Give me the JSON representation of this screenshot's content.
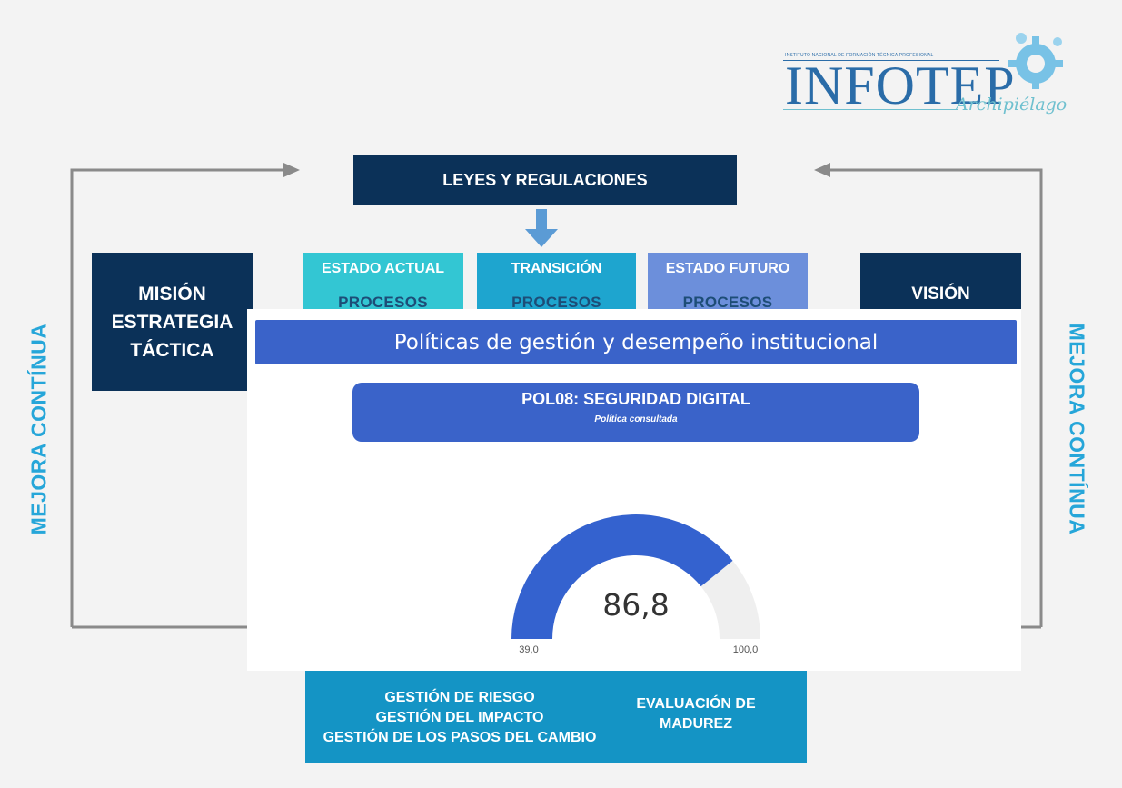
{
  "logo": {
    "subtitle": "INSTITUTO NACIONAL DE FORMACIÓN TÉCNICA PROFESIONAL",
    "name": "INFOTEP",
    "script": "Archipiélago"
  },
  "diagram": {
    "top_box": "LEYES Y REGULACIONES",
    "left_box": [
      "MISIÓN",
      "ESTRATEGIA",
      "TÁCTICA"
    ],
    "right_box": "VISIÓN",
    "columns": [
      {
        "title": "ESTADO ACTUAL",
        "sub": "PROCESOS",
        "color": "#33c6d3"
      },
      {
        "title": "TRANSICIÓN",
        "sub": "PROCESOS",
        "color": "#1ea5cf"
      },
      {
        "title": "ESTADO FUTURO",
        "sub": "PROCESOS",
        "color": "#6c8fdb"
      }
    ],
    "left_side_label": "MEJORA CONTÍNUA",
    "right_side_label": "MEJORA CONTÍNUA",
    "bottom_left": [
      "GESTIÓN DE RIESGO",
      "GESTIÓN DEL IMPACTO",
      "GESTIÓN DE LOS PASOS DEL CAMBIO"
    ],
    "bottom_right": [
      "EVALUACIÓN DE",
      "MADUREZ"
    ]
  },
  "dashboard": {
    "header": "Políticas de gestión y desempeño institucional",
    "policy_title": "POL08: SEGURIDAD DIGITAL",
    "policy_subtitle": "Política consultada",
    "gauge": {
      "value_label": "86,8",
      "min_label": "39,0",
      "max_label": "100,0",
      "value": 86.8,
      "min": 39.0,
      "max": 100.0,
      "fill_color": "#3462cf",
      "track_color": "#efefef"
    }
  }
}
